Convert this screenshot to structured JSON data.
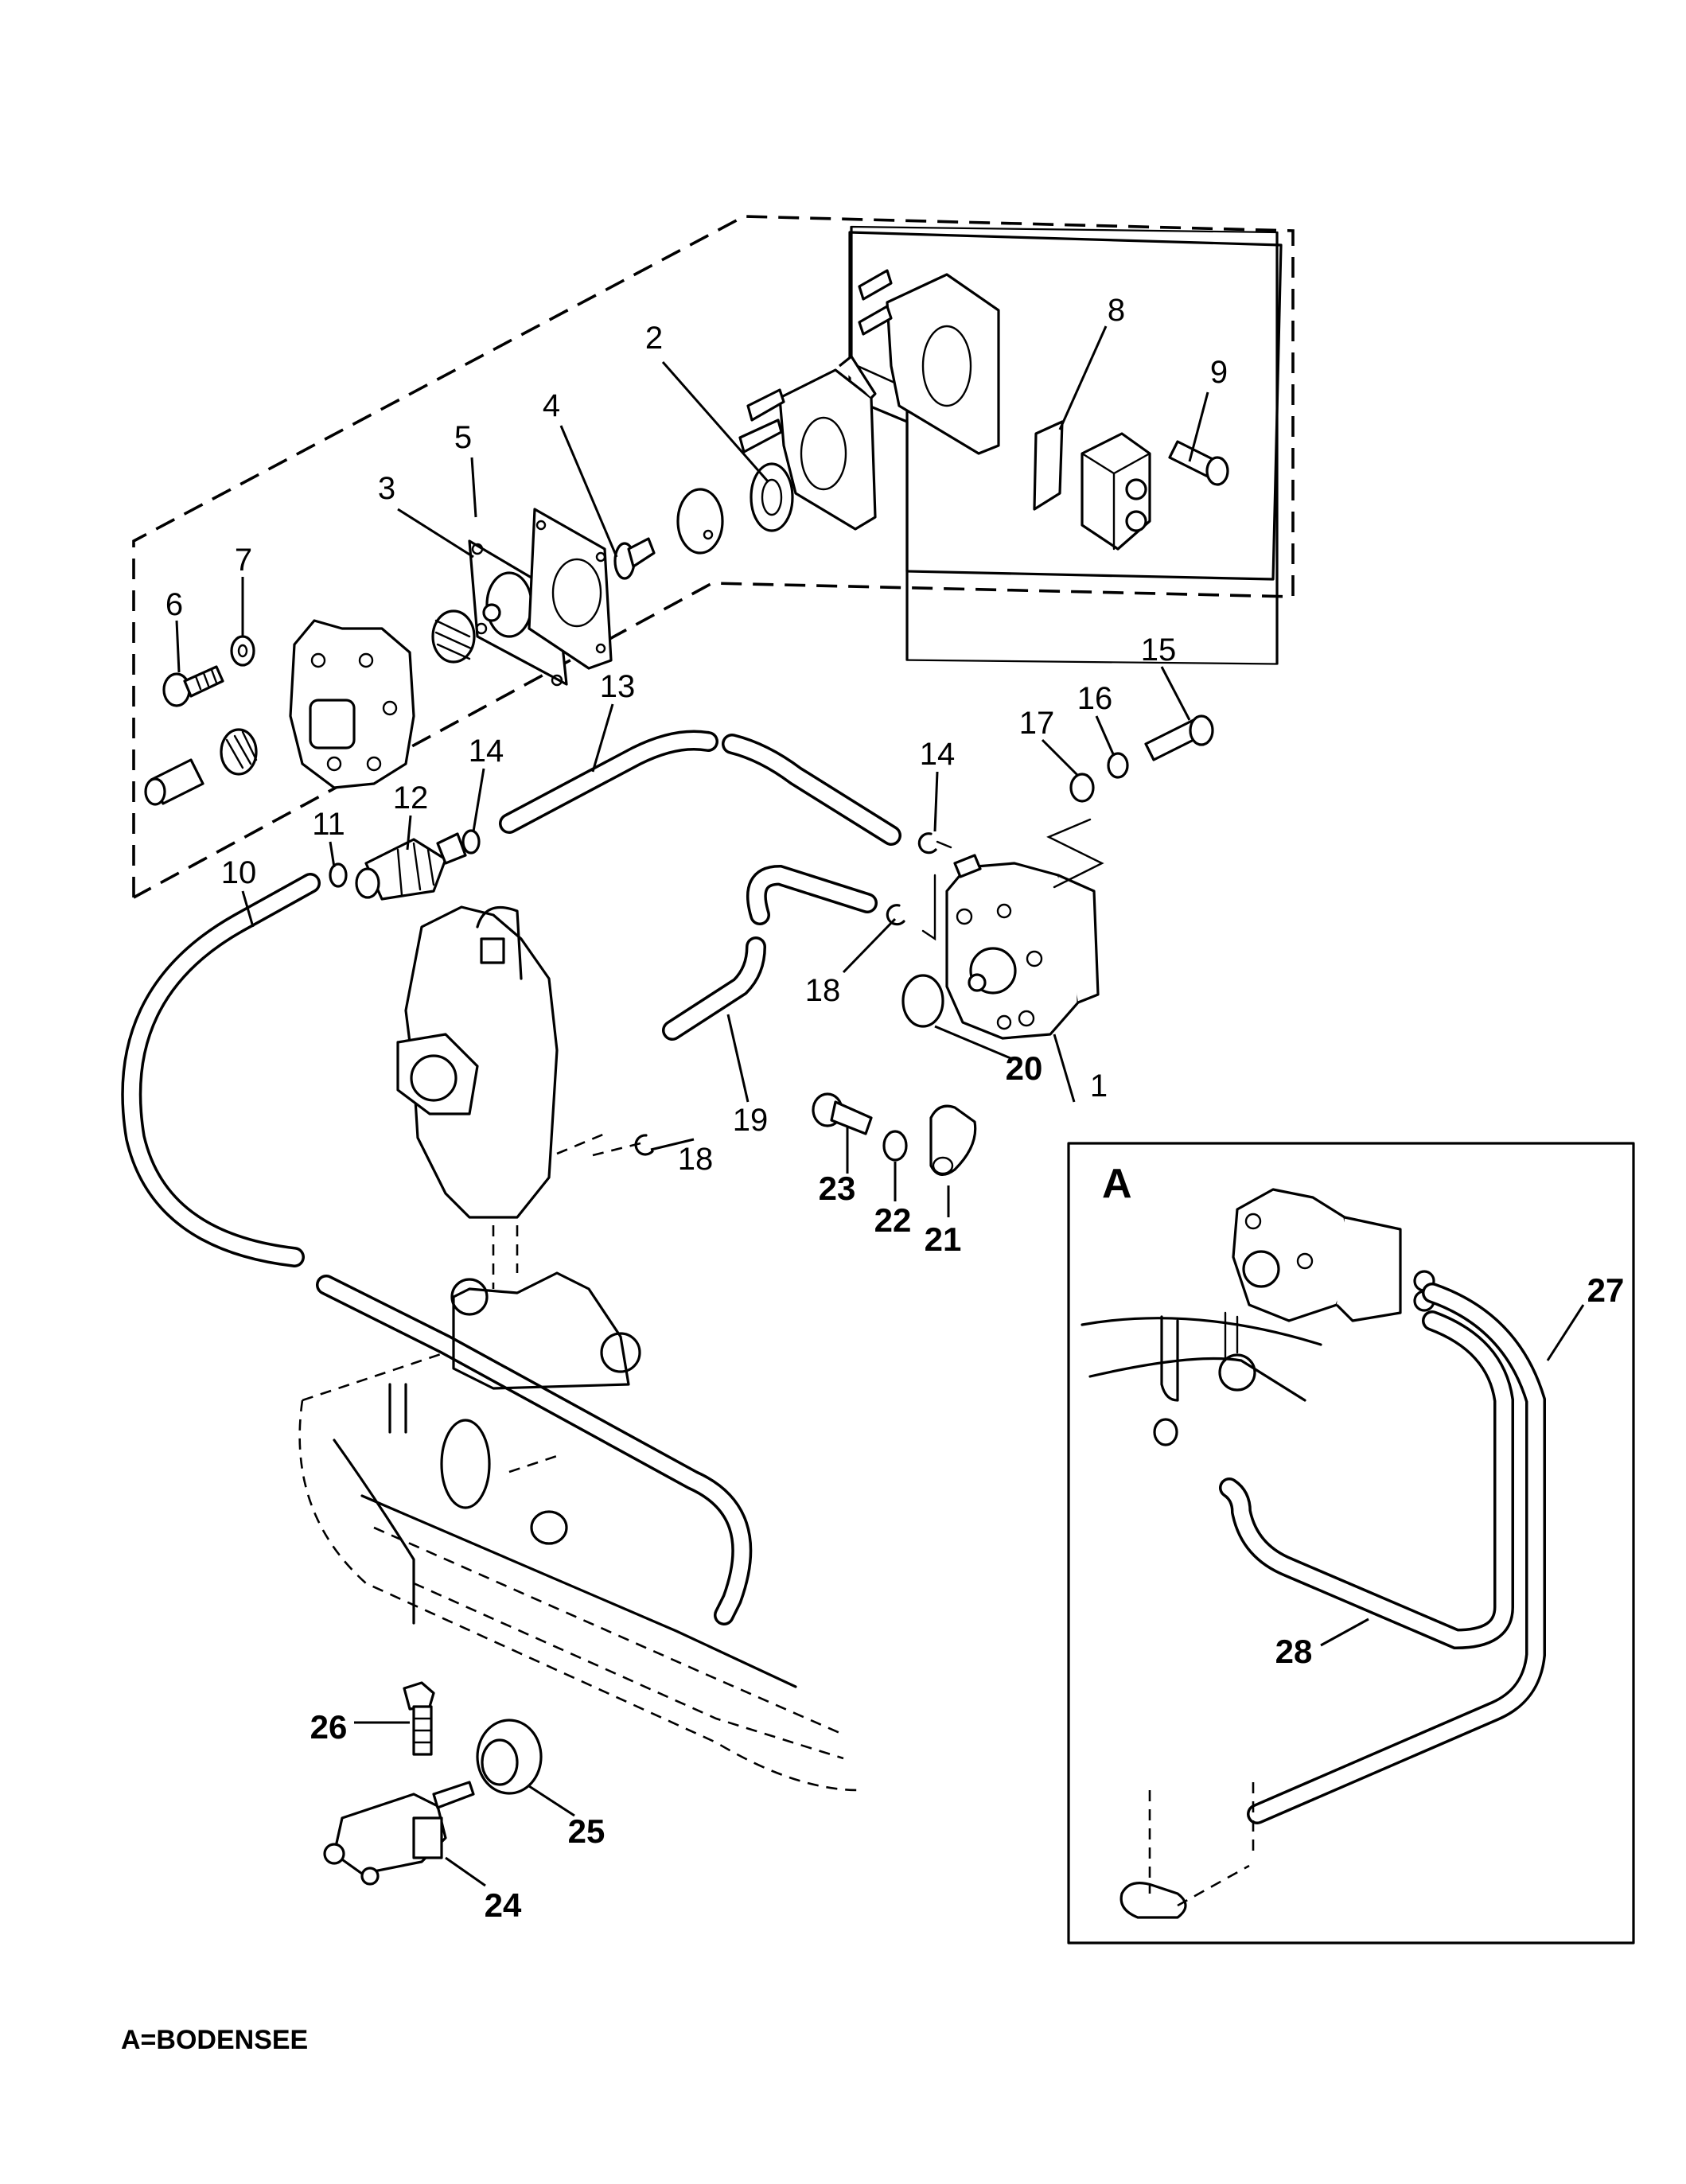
{
  "diagram": {
    "title": "Fuel pump assembly exploded view",
    "legend_text": "A=BODENSEE",
    "inset_label": "A",
    "callouts": [
      {
        "id": "1",
        "label": "1"
      },
      {
        "id": "2",
        "label": "2"
      },
      {
        "id": "3",
        "label": "3"
      },
      {
        "id": "4",
        "label": "4"
      },
      {
        "id": "5",
        "label": "5"
      },
      {
        "id": "6",
        "label": "6"
      },
      {
        "id": "7",
        "label": "7"
      },
      {
        "id": "8",
        "label": "8"
      },
      {
        "id": "9",
        "label": "9"
      },
      {
        "id": "10",
        "label": "10"
      },
      {
        "id": "11",
        "label": "11"
      },
      {
        "id": "12",
        "label": "12"
      },
      {
        "id": "13",
        "label": "13"
      },
      {
        "id": "14a",
        "label": "14"
      },
      {
        "id": "14b",
        "label": "14"
      },
      {
        "id": "15",
        "label": "15"
      },
      {
        "id": "16",
        "label": "16"
      },
      {
        "id": "17",
        "label": "17"
      },
      {
        "id": "18a",
        "label": "18"
      },
      {
        "id": "18b",
        "label": "18"
      },
      {
        "id": "19",
        "label": "19"
      },
      {
        "id": "20",
        "label": "20"
      },
      {
        "id": "21",
        "label": "21"
      },
      {
        "id": "22",
        "label": "22"
      },
      {
        "id": "23",
        "label": "23"
      },
      {
        "id": "24",
        "label": "24"
      },
      {
        "id": "25",
        "label": "25"
      },
      {
        "id": "26",
        "label": "26"
      },
      {
        "id": "27",
        "label": "27"
      },
      {
        "id": "28",
        "label": "28"
      }
    ]
  }
}
